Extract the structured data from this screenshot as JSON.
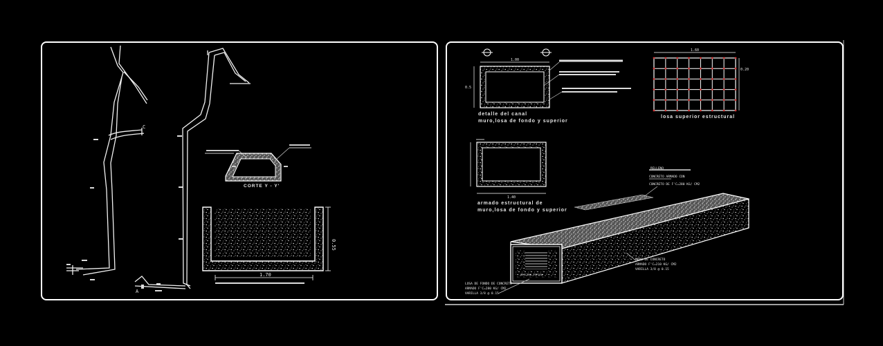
{
  "sheet_left": {
    "dims": {
      "width_dim": "1.70",
      "height_dim": "0.55",
      "cut_label": "CORTE Y - Y'",
      "marker_c": "C",
      "marker_a": "A"
    }
  },
  "sheet_right": {
    "labels": {
      "canal_title_1": "detalle del canal",
      "canal_title_2": "muro,losa de fondo y superior",
      "armado_title_1": "armado estructural de",
      "armado_title_2": "muro,losa de fondo y superior",
      "losa_title": "losa superior estructural",
      "top_dim_canal": "1.00",
      "top_dim_losa": "1.60",
      "bottom_dim_armado": "1.40",
      "side_dim_losa": "0.20",
      "side_dim_canal": "0.5",
      "relleno_label": "RELLENO",
      "concreto_label_1": "CONCRETO ARMADO CON",
      "concreto_label_2": "CONCRETO DE F'C=280 KG/ CM2",
      "muro_label_1": "MURO DE CONCRETO",
      "muro_label_2": "ARMADO F'C=210 KG/ CM2",
      "muro_label_3": "VARILLA 3/8 @ 0.15",
      "losa_label_1": "LOSA DE FONDO DE CONCRETO",
      "losa_label_2": "ARMADO F'C=280 KG/ CM2",
      "losa_label_3": "VARILLA 3/8 @ 0.15",
      "inner_label": "SECCION TIPICA"
    }
  }
}
